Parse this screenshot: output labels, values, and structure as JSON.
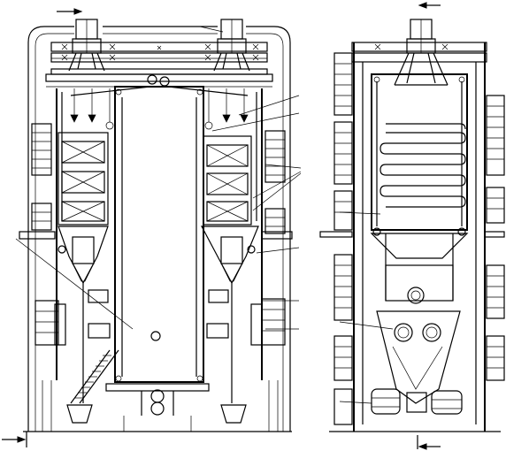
{
  "figure": {
    "type": "engineering-drawing",
    "views": [
      "front-section",
      "side-section"
    ],
    "section_markers": [
      "arrow-top-left",
      "arrow-top-right",
      "arrow-bottom-left",
      "arrow-bottom-right"
    ],
    "line_color": "#000000",
    "background_color": "#ffffff"
  }
}
